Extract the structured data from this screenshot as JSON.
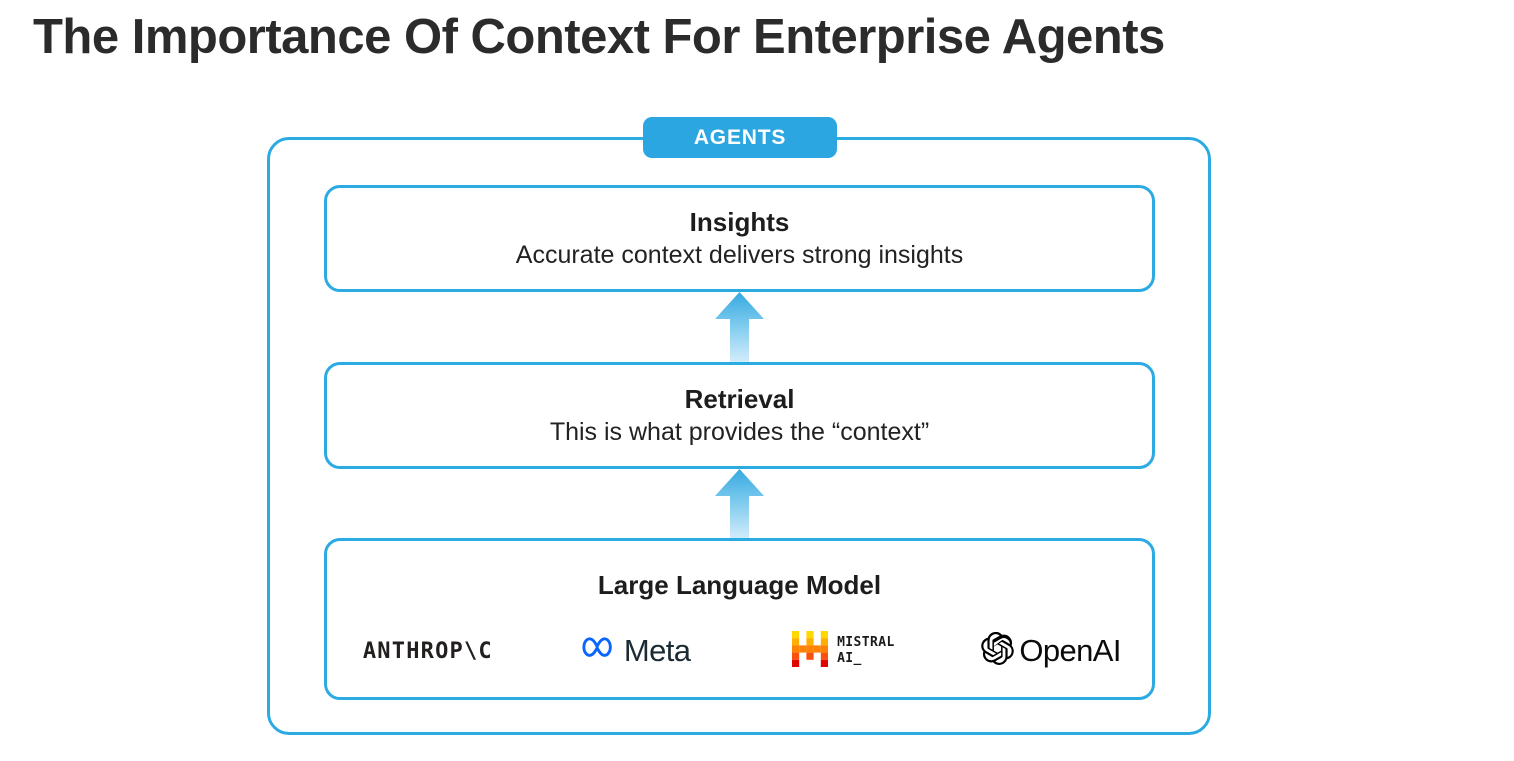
{
  "page": {
    "title": "The Importance Of Context For Enterprise Agents",
    "background_color": "#ffffff"
  },
  "colors": {
    "accent_blue": "#2cabe3",
    "badge_blue": "#2ca6e0",
    "arrow_gradient_top": "#35a9e0",
    "arrow_gradient_bottom": "#d8eefb",
    "title_color": "#2b2b2b"
  },
  "diagram": {
    "frame_label": "AGENTS",
    "layers": [
      {
        "name": "insights",
        "title": "Insights",
        "subtitle": "Accurate context delivers strong insights"
      },
      {
        "name": "retrieval",
        "title": "Retrieval",
        "subtitle": "This is what provides the “context”"
      },
      {
        "name": "large-language-model",
        "title": "Large Language Model",
        "subtitle": ""
      }
    ],
    "arrows": [
      {
        "name": "arrow-llm-to-retrieval",
        "direction": "up"
      },
      {
        "name": "arrow-retrieval-to-insights",
        "direction": "up"
      }
    ],
    "vendor_logos": [
      {
        "name": "anthropic",
        "wordmark": "ANTHROP\\C",
        "icon": "anthropic-logo-icon"
      },
      {
        "name": "meta",
        "wordmark": "Meta",
        "icon": "meta-infinity-icon",
        "icon_color": "#0866ff"
      },
      {
        "name": "mistral-ai",
        "wordmark_line1": "MISTRAL",
        "wordmark_line2": "AI_",
        "icon": "mistral-m-icon",
        "icon_colors": [
          "#ffd800",
          "#ffaf00",
          "#ff8205",
          "#fa500f",
          "#e10500"
        ]
      },
      {
        "name": "openai",
        "wordmark": "OpenAI",
        "icon": "openai-blossom-icon",
        "icon_color": "#000000"
      }
    ]
  }
}
